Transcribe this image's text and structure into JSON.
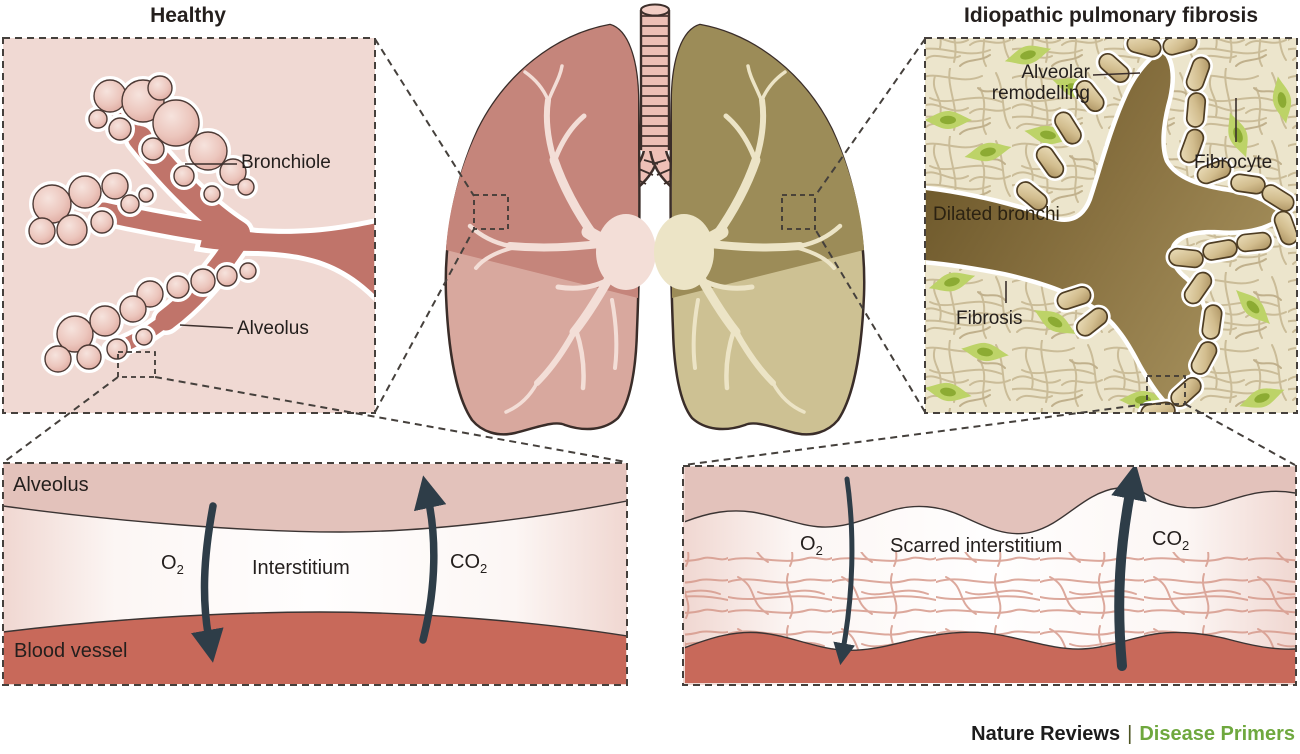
{
  "figure": {
    "panels": {
      "healthy": {
        "title": "Healthy",
        "labels": {
          "bronchiole": "Bronchiole",
          "alveolus": "Alveolus"
        }
      },
      "ipf": {
        "title": "Idiopathic pulmonary fibrosis",
        "labels": {
          "alveolar_remodelling": "Alveolar remodelling",
          "fibrocyte": "Fibrocyte",
          "dilated_bronchi": "Dilated bronchi",
          "fibrosis": "Fibrosis"
        }
      },
      "gas_exchange_healthy": {
        "alveolus": "Alveolus",
        "o2": {
          "base": "O",
          "sub": "2"
        },
        "interstitium": "Interstitium",
        "co2": {
          "base": "CO",
          "sub": "2"
        },
        "blood_vessel": "Blood vessel"
      },
      "gas_exchange_ipf": {
        "o2": {
          "base": "O",
          "sub": "2"
        },
        "interstitium": "Scarred interstitium",
        "co2": {
          "base": "CO",
          "sub": "2"
        }
      }
    },
    "footer": {
      "journal": "Nature Reviews",
      "separator": "|",
      "series": "Disease Primers"
    },
    "colors": {
      "healthy_panel_pink": "#f0d9d3",
      "healthy_airway_rose": "#c0746a",
      "fibrotic_panel_beige": "#ece5cc",
      "fibrotic_bronchi_brown": "#7a6335",
      "fibrocyte_green": "#bdd368",
      "alveolus_band_pink": "#e3c2bb",
      "blood_vessel_red": "#c8695a",
      "arrow_slate": "#2e3d48",
      "brand_green": "#6fa83e"
    }
  }
}
